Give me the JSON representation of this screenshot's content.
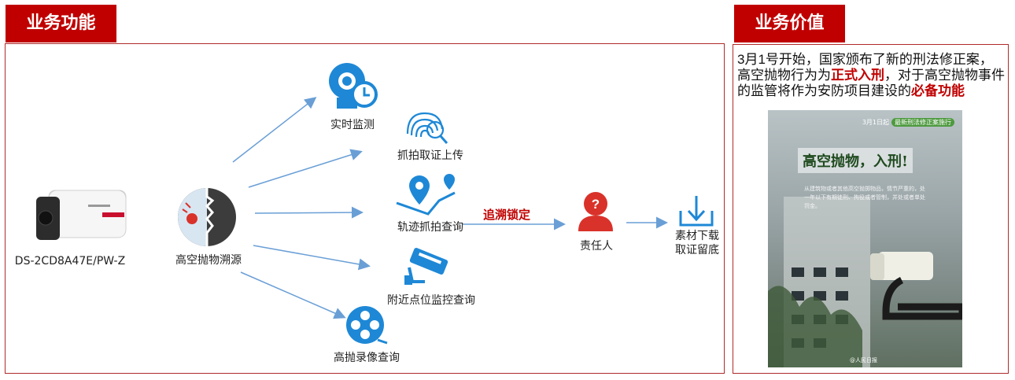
{
  "sections": {
    "function_title": "业务功能",
    "value_title": "业务价值"
  },
  "device": {
    "model": "DS-2CD8A47E/PW-Z"
  },
  "center": {
    "label": "高空抛物溯源"
  },
  "features": [
    {
      "label": "实时监测",
      "icon": "clock-camera-icon"
    },
    {
      "label": "抓拍取证上传",
      "icon": "fingerprint-search-icon"
    },
    {
      "label": "轨迹抓拍查询",
      "icon": "location-track-icon"
    },
    {
      "label": "附近点位监控查询",
      "icon": "cctv-camera-icon"
    },
    {
      "label": "高抛录像查询",
      "icon": "film-reel-icon"
    }
  ],
  "trace": {
    "label": "追溯锁定"
  },
  "responsible": {
    "label": "责任人",
    "icon": "person-question-icon"
  },
  "download": {
    "line1": "素材下载",
    "line2": "取证留底",
    "icon": "download-icon"
  },
  "value": {
    "line1": "3月1号开始，国家颁布了新的刑法修正案，",
    "line2a": "高空抛物行为为",
    "line2b": "正式入刑",
    "line2c": "，对于高空抛物事件",
    "line3a": "的监管将作为安防项目建设的",
    "line3b": "必备功能"
  },
  "news": {
    "tag_prefix": "3月1日起",
    "tag_pill": "最新刑法修正案施行",
    "headline": "高空抛物，入刑!",
    "body": "从建筑物或者其他高空抛掷物品，情节严重的，处一年以下有期徒刑、拘役或者管制，并处或者单处罚金。",
    "credit": "@人民日报"
  },
  "colors": {
    "brand_red": "#c00000",
    "icon_blue": "#1e88d6",
    "arrow_blue": "#6a9fd6"
  }
}
